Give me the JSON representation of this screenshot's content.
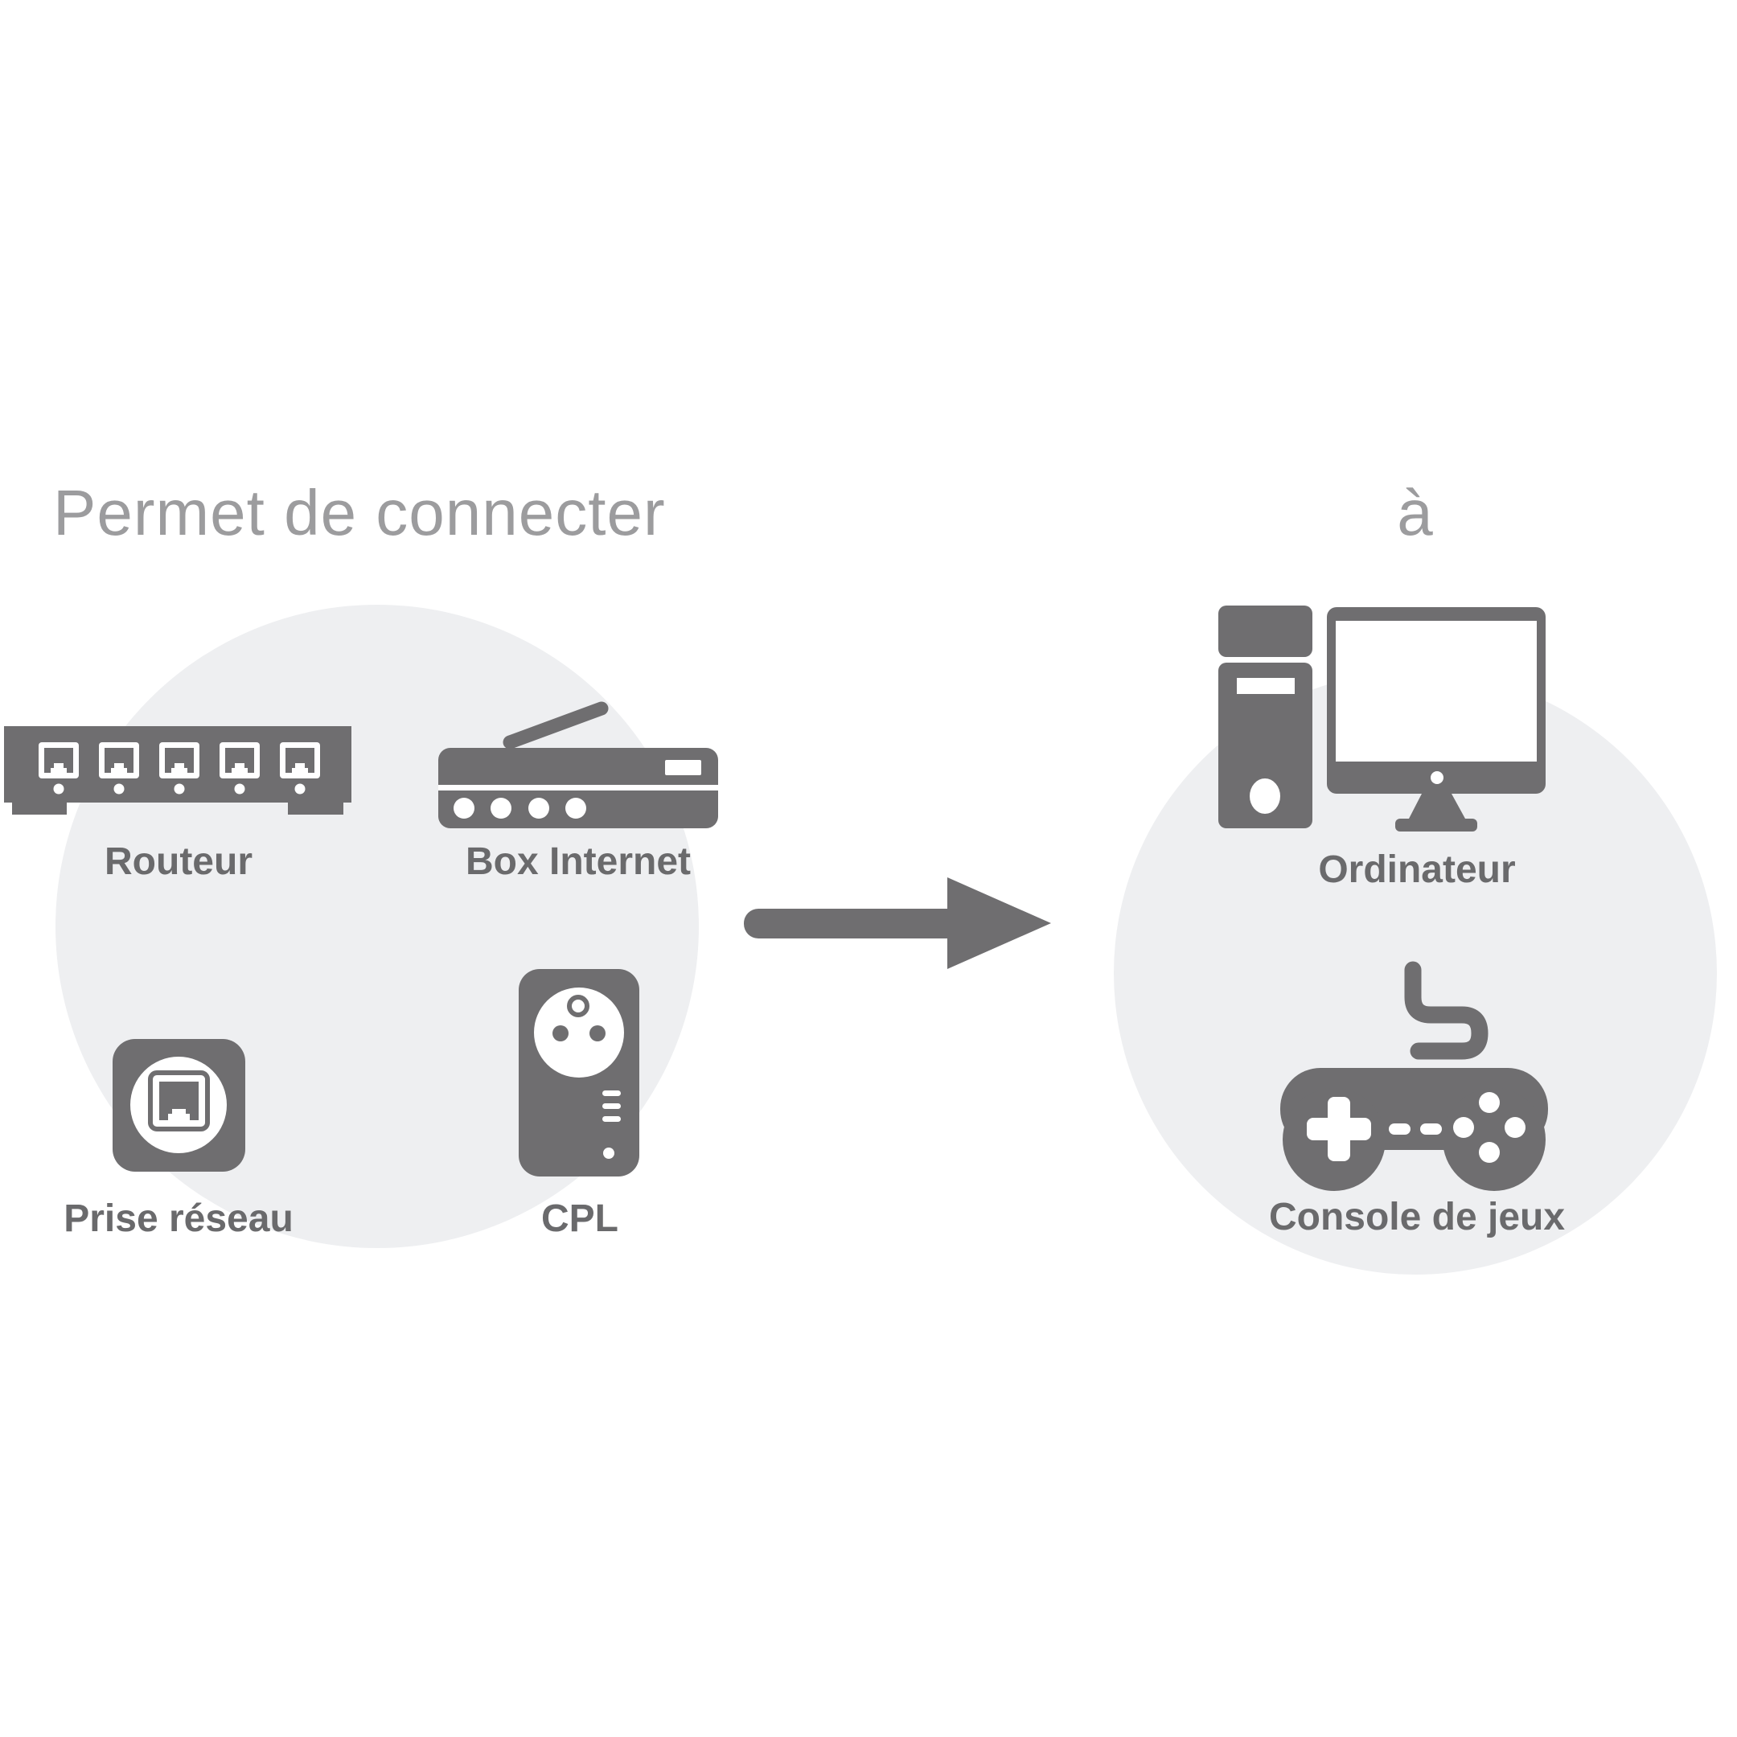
{
  "headings": {
    "left": "Permet de connecter",
    "right": "à"
  },
  "left_group": {
    "items": [
      {
        "label": "Routeur",
        "icon": "router-icon"
      },
      {
        "label": "Box Internet",
        "icon": "internet-box-icon"
      },
      {
        "label": "Prise réseau",
        "icon": "network-wall-socket-icon"
      },
      {
        "label": "CPL",
        "icon": "powerline-adapter-icon"
      }
    ]
  },
  "right_group": {
    "items": [
      {
        "label": "Ordinateur",
        "icon": "desktop-computer-icon"
      },
      {
        "label": "Console de jeux",
        "icon": "game-controller-icon"
      }
    ]
  },
  "arrow": {
    "direction": "right"
  },
  "colors": {
    "bg": "#ffffff",
    "circle": "#eeeff1",
    "icon": "#6f6e70",
    "label": "#6a6a6c",
    "heading": "#9c9c9e"
  }
}
